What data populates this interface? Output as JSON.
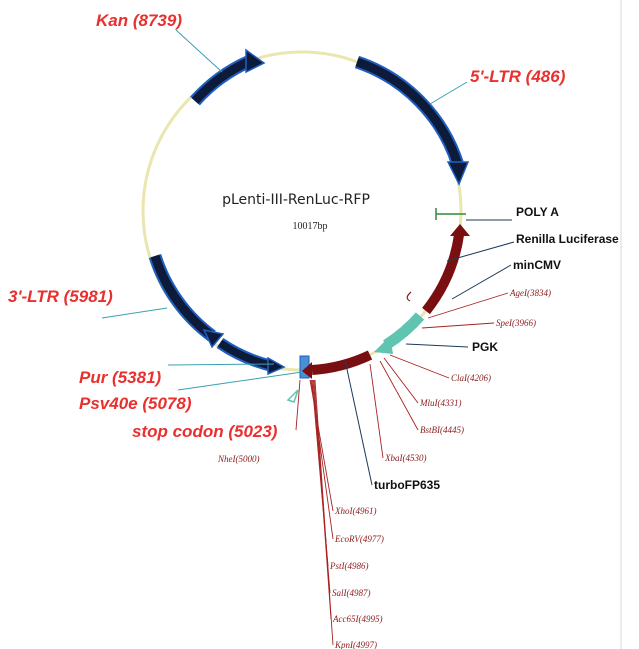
{
  "plasmid": {
    "name": "pLenti-III-RenLuc-RFP",
    "size": "10017bp"
  },
  "colors": {
    "backbone": "#e9e6b0",
    "dark_feature": "#0d1a3a",
    "dark_feature_edge": "#1f5fbf",
    "red_feature": "#7a0f12",
    "teal_feature": "#5fc4b0",
    "red_label": "#e8302e",
    "site_label": "#8b1a1a"
  },
  "feature_labels": [
    {
      "id": "kan",
      "text": "Kan (8739)"
    },
    {
      "id": "ltr5",
      "text": "5'-LTR (486)"
    },
    {
      "id": "ltr3",
      "text": "3'-LTR (5981)"
    },
    {
      "id": "pur",
      "text": "Pur (5381)"
    },
    {
      "id": "psv40e",
      "text": "Psv40e (5078)"
    },
    {
      "id": "stop",
      "text": "stop codon (5023)"
    }
  ],
  "element_labels": [
    {
      "id": "polya",
      "text": "POLY A"
    },
    {
      "id": "renilla",
      "text": "Renilla Luciferase"
    },
    {
      "id": "mincmv",
      "text": "minCMV"
    },
    {
      "id": "pgk",
      "text": "PGK"
    },
    {
      "id": "turbofp",
      "text": "turboFP635"
    }
  ],
  "site_labels": [
    {
      "id": "s1",
      "text": "AgeI(3834)"
    },
    {
      "id": "s2",
      "text": "SpeI(3966)"
    },
    {
      "id": "s3",
      "text": "ClaI(4206)"
    },
    {
      "id": "s4",
      "text": "MluI(4331)"
    },
    {
      "id": "s5",
      "text": "BstBI(4445)"
    },
    {
      "id": "s6",
      "text": "XbaI(4530)"
    },
    {
      "id": "s7",
      "text": "NheI(5000)"
    },
    {
      "id": "s8",
      "text": "XhoI(4961)"
    },
    {
      "id": "s9",
      "text": "EcoRV(4977)"
    },
    {
      "id": "s10",
      "text": "PstI(4986)"
    },
    {
      "id": "s11",
      "text": "SalI(4987)"
    },
    {
      "id": "s12",
      "text": "Acc65I(4995)"
    },
    {
      "id": "s13",
      "text": "KpnI(4997)"
    }
  ]
}
